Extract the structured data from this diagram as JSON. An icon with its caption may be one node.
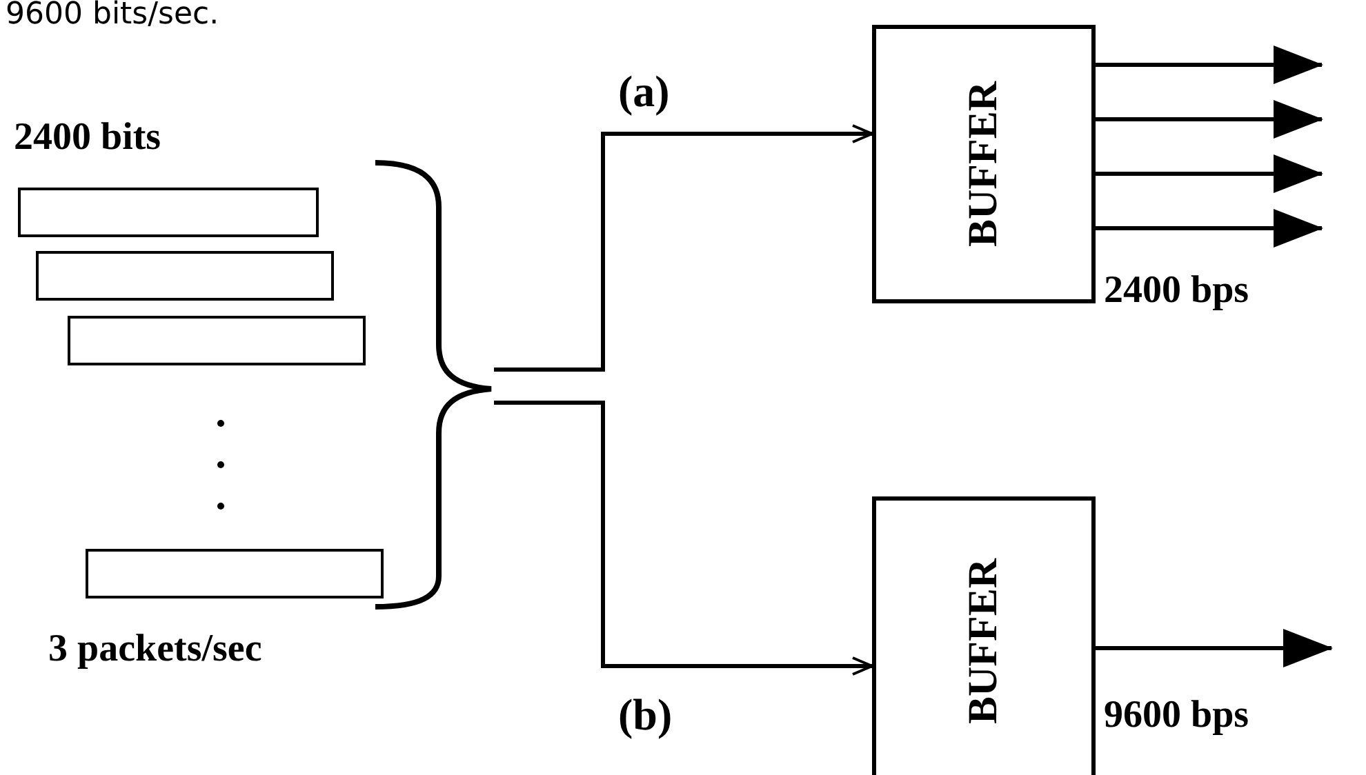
{
  "diagram": {
    "nodes": [
      {
        "text": [],
        "shape": "box"
      },
      {
        "text": [],
        "shape": "box"
      },
      {
        "text": [],
        "shape": "box"
      },
      {
        "text": [],
        "shape": "box"
      },
      {
        "text": [
          "BUFFER"
        ],
        "beside": [
          "2400 bps"
        ]
      },
      {
        "text": [
          "BUFFER"
        ],
        "beside": [
          "9600 bps"
        ]
      },
      {
        "text": [],
        "shape": "brace"
      }
    ],
    "edges": [
      {
        "from": 6,
        "to": 4,
        "arrow": "to",
        "label": "(a)"
      },
      {
        "from": 6,
        "to": 5,
        "arrow": "to",
        "label": "(b)"
      },
      {
        "from": 4,
        "to": null,
        "arrow": "to"
      },
      {
        "from": 4,
        "to": null,
        "arrow": "to"
      },
      {
        "from": 4,
        "to": null,
        "arrow": "to"
      },
      {
        "from": 4,
        "to": null,
        "arrow": "to"
      },
      {
        "from": 5,
        "to": null,
        "arrow": "to"
      }
    ],
    "labels": [
      "9600 bits/sec.",
      "2400 bits",
      "3 packets/sec"
    ]
  }
}
